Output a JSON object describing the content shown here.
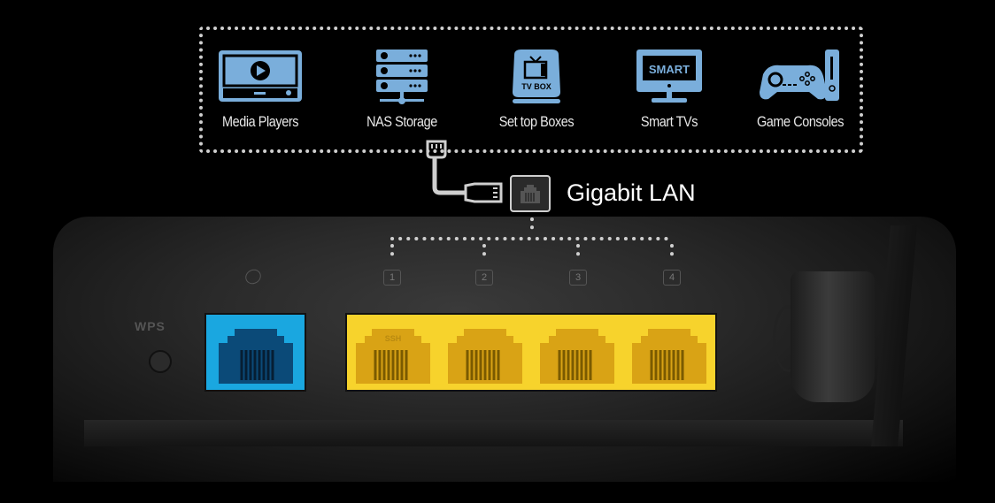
{
  "devices": [
    {
      "label": "Media Players",
      "icon": "media-player-icon"
    },
    {
      "label": "NAS Storage",
      "icon": "nas-storage-icon"
    },
    {
      "label": "Set top Boxes",
      "icon": "set-top-box-icon",
      "icon_text": "TV BOX"
    },
    {
      "label": "Smart TVs",
      "icon": "smart-tv-icon",
      "icon_text": "SMART"
    },
    {
      "label": "Game Consoles",
      "icon": "game-console-icon"
    }
  ],
  "connection": {
    "label": "Gigabit LAN",
    "icon": "ethernet-port-icon",
    "cable_icon": "ethernet-cable-icon"
  },
  "router": {
    "wps_label": "WPS",
    "wan_icon": "globe-icon",
    "lan_ports": [
      "1",
      "2",
      "3",
      "4"
    ],
    "port_text": "SSH"
  },
  "colors": {
    "icon_blue": "#7aaedb",
    "wan_blue": "#1aa7e0",
    "lan_yellow": "#f7d32c",
    "dotted": "#cfcfcf"
  }
}
